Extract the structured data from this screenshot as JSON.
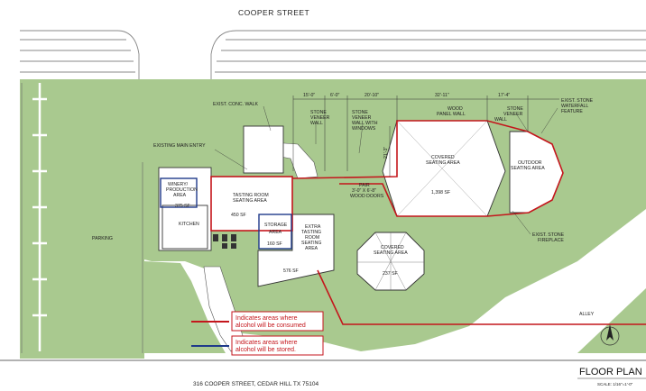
{
  "street_top": "COOPER STREET",
  "parking": "PARKING",
  "alley": "ALLEY",
  "dimensions": [
    "15'-0\"",
    "6'-0\"",
    "20'-10\"",
    "32'-11\"",
    "17'-4\""
  ],
  "dimension_vertical": "21'-3\"",
  "callouts": {
    "exist_conc_walk": "EXIST. CONC. WALK",
    "stone_veneer_wall_1": [
      "STONE",
      "VENEER",
      "WALL"
    ],
    "stone_veneer_wall_windows": [
      "STONE",
      "VENEER",
      "WALL WITH",
      "WINDOWS"
    ],
    "wood_panel_wall": [
      "WOOD",
      "PANEL WALL"
    ],
    "stone_veneer_wall_2": [
      "STONE",
      "VENEER",
      "WALL"
    ],
    "exist_stone_waterfall": [
      "EXIST. STONE",
      "WATERFALL",
      "FEATURE"
    ],
    "existing_main_entry": "EXISTING MAIN ENTRY",
    "pair_wood_doors": [
      "PAIR",
      "3'-0\" X 6'-8\"",
      "WOOD DOORS"
    ],
    "exist_stone_fireplace": [
      "EXIST. STONE",
      "FIREPLACE"
    ]
  },
  "rooms": {
    "winery": [
      "WINERY/",
      "PRODUCTION",
      "AREA"
    ],
    "winery_sf": "375 SF",
    "kitchen": "KITCHEN",
    "tasting_room": [
      "TASTING ROOM",
      "SEATING AREA"
    ],
    "tasting_room_sf": "450 SF",
    "storage": [
      "STORAGE",
      "AREA"
    ],
    "storage_sf": "160 SF",
    "extra_tasting": [
      "EXTRA",
      "TASTING",
      "ROOM",
      "SEATING",
      "AREA"
    ],
    "extra_tasting_sf": "576 SF",
    "covered_seating_1": [
      "COVERED",
      "SEATING AREA"
    ],
    "covered_seating_1_sf": "1,398 SF",
    "outdoor_seating": [
      "OUTDOOR",
      "SEATING AREA"
    ],
    "covered_seating_2": [
      "COVERED",
      "SEATING AREA"
    ],
    "covered_seating_2_sf": "237 SF"
  },
  "legend": {
    "consumed": [
      "Indicates areas where",
      "alcohol will be consumed"
    ],
    "stored": [
      "Indicates areas where",
      "alcohol will be stored."
    ]
  },
  "address": "316 COOPER STREET, CEDAR HILL TX 75104",
  "title": "FLOOR PLAN",
  "scale": "SCALE: 1/16\"=1'-0\"",
  "colors": {
    "lawn": "#a9c98f",
    "consumed": "#c4161c",
    "stored": "#1f3a8a",
    "line": "#333333"
  }
}
